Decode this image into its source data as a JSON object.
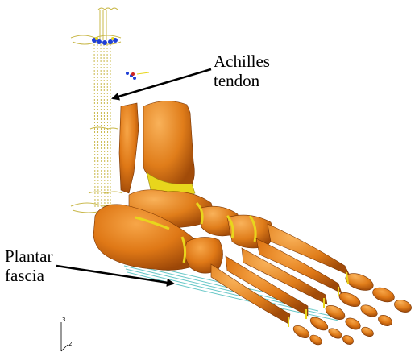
{
  "labels": {
    "achilles_line1": "Achilles",
    "achilles_line2": "tendon",
    "plantar_line1": "Plantar",
    "plantar_line2": "fascia"
  },
  "axis_triad": {
    "vertical": "3",
    "horizontal": "2"
  },
  "colors": {
    "bone": "#e07d1a",
    "bone_dark": "#8a3f05",
    "cartilage": "#e8d61c",
    "tendon_wire": "#c9b84a",
    "fascia_line": "#66c7c7",
    "marker_blue": "#1f3fd6"
  }
}
